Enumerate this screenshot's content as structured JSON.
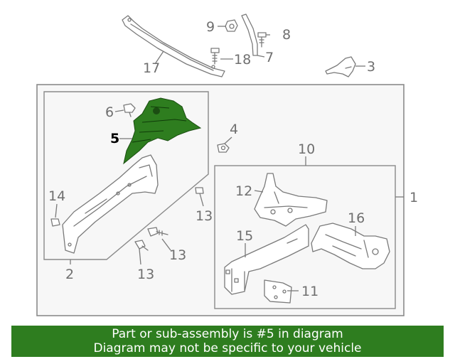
{
  "callouts": {
    "c1": "1",
    "c2": "2",
    "c3": "3",
    "c4": "4",
    "c5": "5",
    "c6": "6",
    "c7": "7",
    "c8": "8",
    "c9": "9",
    "c10": "10",
    "c11": "11",
    "c12": "12",
    "c13a": "13",
    "c13b": "13",
    "c13c": "13",
    "c14": "14",
    "c15": "15",
    "c16": "16",
    "c17": "17",
    "c18": "18"
  },
  "highlight": {
    "part_number": "5",
    "color": "#2e7d1f"
  },
  "banner": {
    "line1": "Part or sub-assembly is #5 in diagram",
    "line2": "Diagram may not be specific to your vehicle",
    "background": "#2e7d1f",
    "text_color": "#ffffff"
  }
}
